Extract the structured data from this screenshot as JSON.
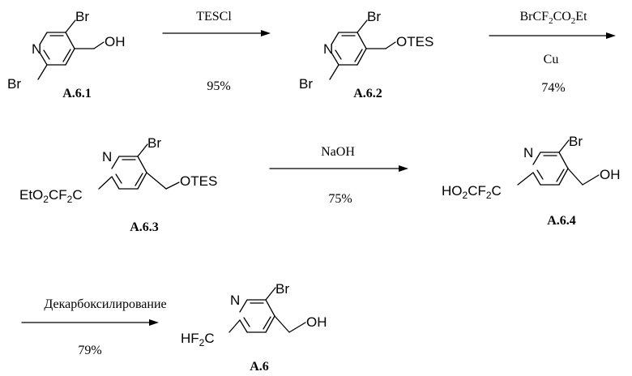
{
  "atoms": {
    "N": "N",
    "Br": "Br",
    "OH": "OH",
    "OTES": "OTES"
  },
  "formulas": {
    "ester": {
      "a": "EtO",
      "b": "2",
      "c": "CF",
      "d": "2",
      "e": "C"
    },
    "acid": {
      "a": "HO",
      "b": "2",
      "c": "CF",
      "d": "2",
      "e": "C"
    },
    "hf2c": {
      "a": "HF",
      "b": "2",
      "c": "C"
    }
  },
  "compounds": {
    "c1": "A.6.1",
    "c2": "A.6.2",
    "c3": "A.6.3",
    "c4": "A.6.4",
    "c5": "A.6"
  },
  "steps": {
    "s1": {
      "reagent": "TESCl",
      "yield": "95%"
    },
    "s2": {
      "reagent": {
        "a": "BrCF",
        "b": "2",
        "c": "CO",
        "d": "2",
        "e": "Et"
      },
      "catalyst": "Cu",
      "yield": "74%"
    },
    "s3": {
      "reagent": "NaOH",
      "yield": "75%"
    },
    "s4": {
      "reagent": "Декарбоксилирование",
      "yield": "79%"
    }
  }
}
